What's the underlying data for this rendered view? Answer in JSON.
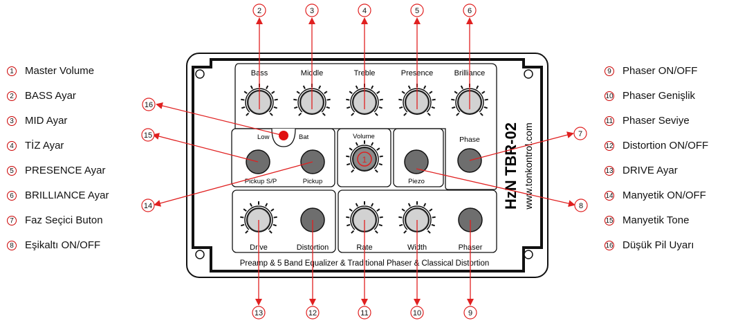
{
  "device": {
    "model": "HzN TBR-02",
    "website": "www.tonkontrol.com",
    "footer": "Preamp & 5 Band Equalizer & Traditional Phaser & Classical Distortion"
  },
  "knobs_top": [
    "Bass",
    "Middle",
    "Treble",
    "Presence",
    "Brilliance"
  ],
  "panel_labels": {
    "low": "Low",
    "bat": "Bat",
    "volume": "Volume",
    "phase": "Phase",
    "pickup_sp": "Pickup S/P",
    "pickup": "Pickup",
    "piezo": "Piezo",
    "drive": "Drive",
    "distortion": "Distortion",
    "rate": "Rate",
    "width": "Width",
    "phaser": "Phaser",
    "volume_number": "1"
  },
  "left_legend": [
    {
      "num": "1",
      "label": "Master Volume"
    },
    {
      "num": "2",
      "label": "BASS Ayar"
    },
    {
      "num": "3",
      "label": "MID Ayar"
    },
    {
      "num": "4",
      "label": "TİZ Ayar"
    },
    {
      "num": "5",
      "label": "PRESENCE Ayar"
    },
    {
      "num": "6",
      "label": "BRILLIANCE Ayar"
    },
    {
      "num": "7",
      "label": "Faz Seçici Buton"
    },
    {
      "num": "8",
      "label": "Eşikaltı ON/OFF"
    }
  ],
  "right_legend": [
    {
      "num": "9",
      "label": "Phaser ON/OFF"
    },
    {
      "num": "10",
      "label": "Phaser Genişlik"
    },
    {
      "num": "11",
      "label": "Phaser Seviye"
    },
    {
      "num": "12",
      "label": "Distortion ON/OFF"
    },
    {
      "num": "13",
      "label": "DRIVE Ayar"
    },
    {
      "num": "14",
      "label": "Manyetik ON/OFF"
    },
    {
      "num": "15",
      "label": "Manyetik Tone"
    },
    {
      "num": "16",
      "label": "Düşük Pil Uyarı"
    }
  ],
  "callouts_top": [
    "2",
    "3",
    "4",
    "5",
    "6"
  ],
  "callouts_bottom": [
    "13",
    "12",
    "11",
    "10",
    "9"
  ],
  "callouts_side": {
    "c16": "16",
    "c15": "15",
    "c14": "14",
    "c7": "7",
    "c8": "8"
  },
  "colors": {
    "arrow": "#e02020",
    "knob": "#d2d2d2",
    "button": "#6e6e6e",
    "led": "#e01010"
  }
}
